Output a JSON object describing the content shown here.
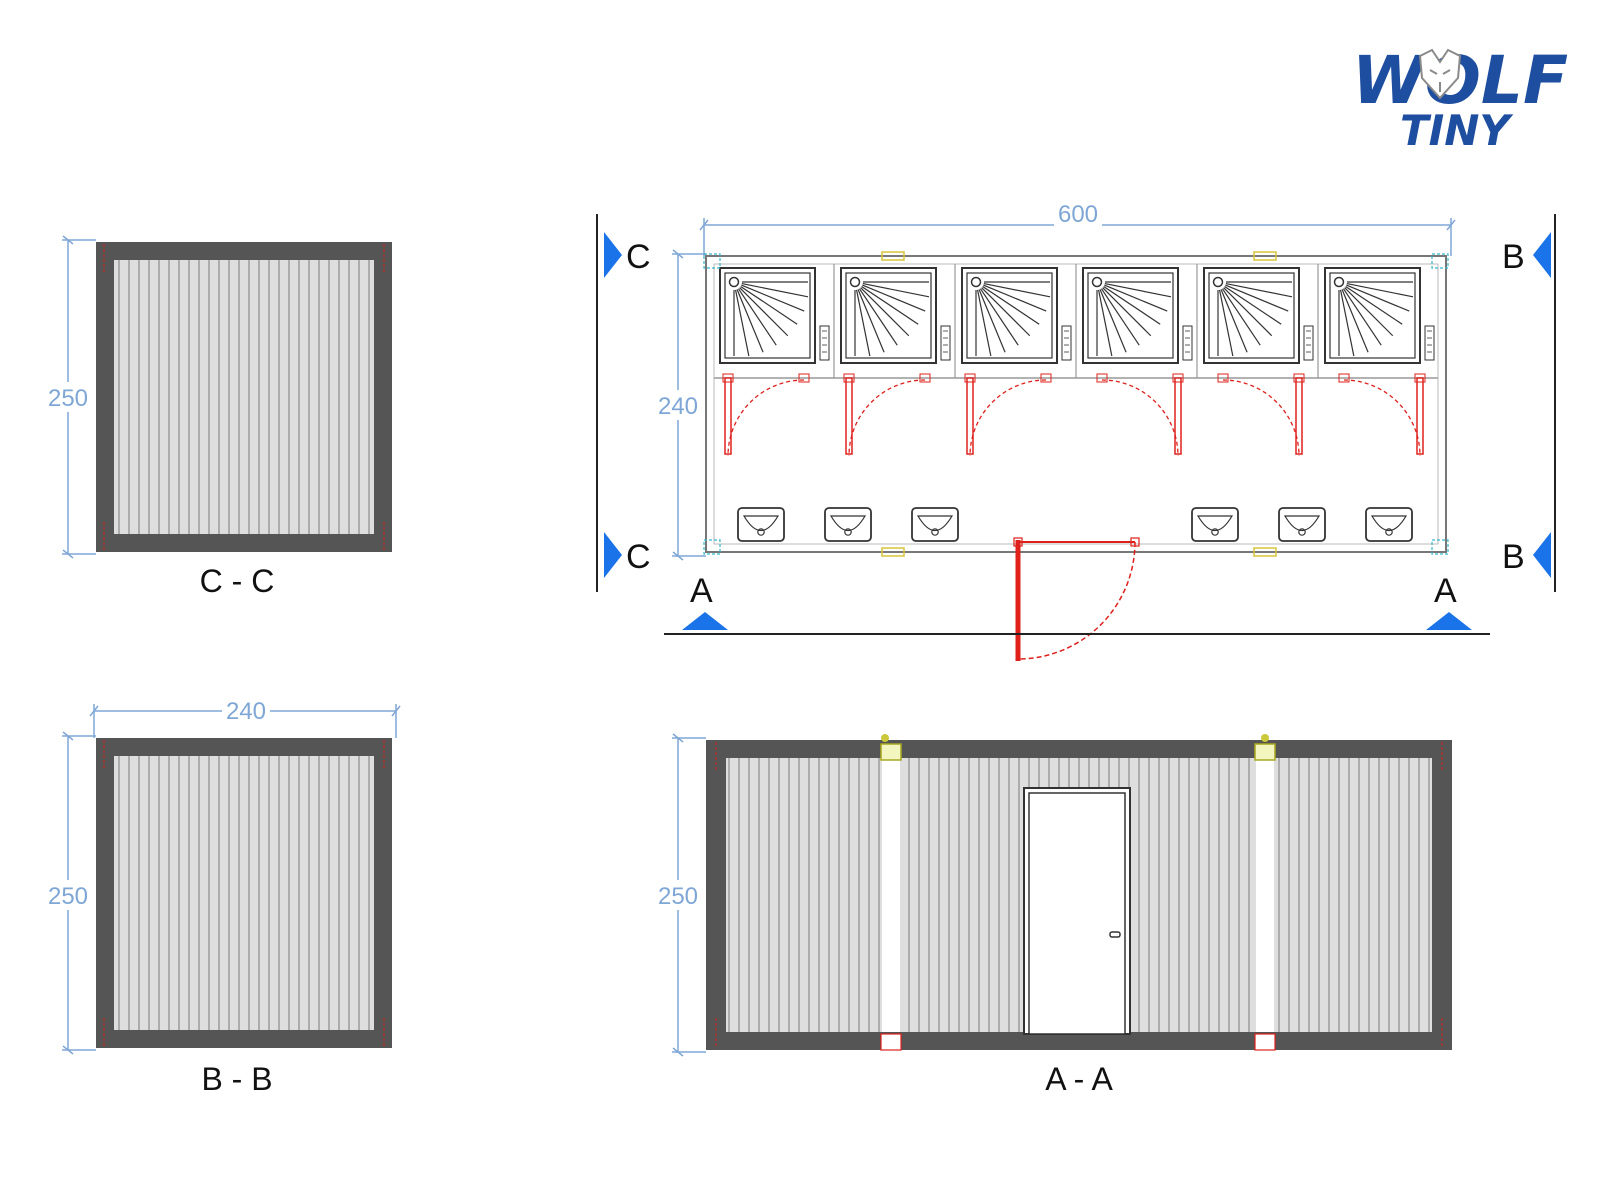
{
  "logo": {
    "line1": "WOLF",
    "line2": "TINY",
    "color": "#1d4e9f"
  },
  "plan": {
    "dim_width": "600",
    "dim_height": "240",
    "section_marks": {
      "c": "C",
      "b": "B",
      "a": "A"
    },
    "showers": 6,
    "washbasins": 6,
    "shower_doors": 6
  },
  "views": [
    {
      "id": "c-c",
      "caption": "C - C",
      "dim_height": "250"
    },
    {
      "id": "b-b",
      "caption": "B - B",
      "dim_width": "240",
      "dim_height": "250"
    },
    {
      "id": "a-a",
      "caption": "A - A",
      "dim_height": "250"
    }
  ],
  "colors": {
    "frame": "#555555",
    "panel": "#dedede",
    "dimension": "#7fa7d6",
    "door_red": "#e0201b",
    "marker_blue": "#1a73e8"
  }
}
